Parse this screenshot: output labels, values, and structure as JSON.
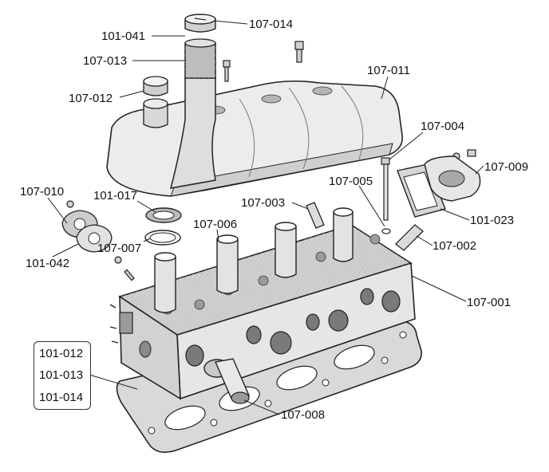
{
  "colors": {
    "ink": "#222222",
    "part_fill": "#efefef",
    "part_shade": "#c9c9c9",
    "gasket": "#d6d6d6"
  },
  "parts": {
    "p107_014": "107-014",
    "p101_041": "101-041",
    "p107_013": "107-013",
    "p107_011": "107-011",
    "p107_012": "107-012",
    "p107_004": "107-004",
    "p107_009": "107-009",
    "p107_010": "107-010",
    "p101_017": "101-017",
    "p107_005": "107-005",
    "p107_003": "107-003",
    "p107_006": "107-006",
    "p101_023": "101-023",
    "p101_042": "101-042",
    "p107_007": "107-007",
    "p107_002": "107-002",
    "p107_001": "107-001",
    "p107_008": "107-008"
  },
  "gasket_group": [
    "101-012",
    "101-013",
    "101-014"
  ]
}
